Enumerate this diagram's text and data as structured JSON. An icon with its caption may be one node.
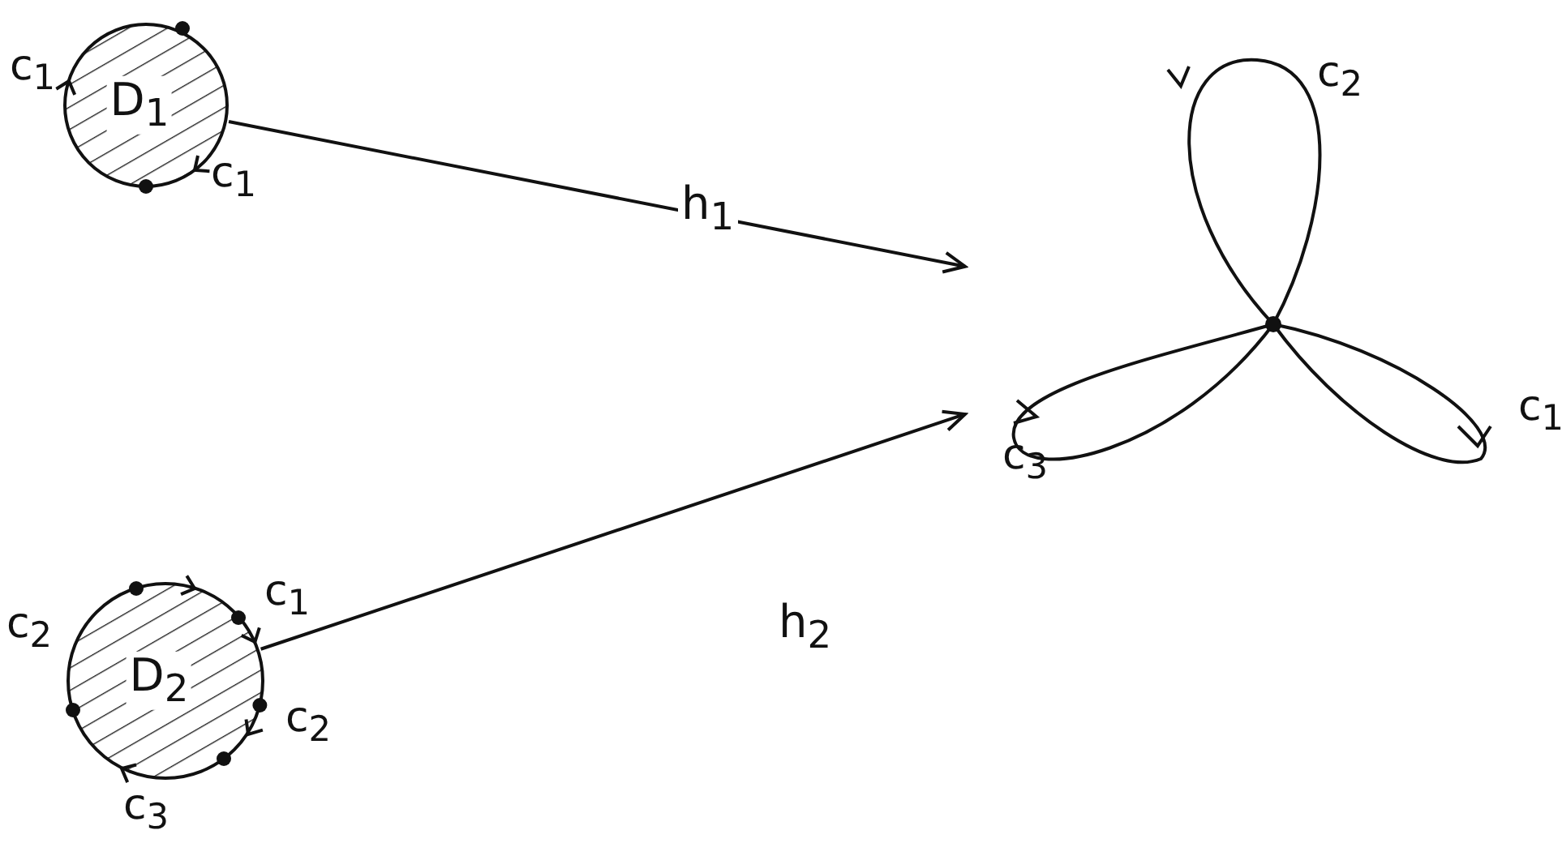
{
  "diagram": {
    "nodes": [
      {
        "text": [
          "D$_{1}$"
        ],
        "beside": [
          "c$_{1}$",
          "c$_{1}$"
        ]
      },
      {
        "text": [
          "D$_{2}$"
        ],
        "beside": [
          "c$_{1}$",
          "c$_{2}$",
          "c$_{2}$",
          "c$_{3}$"
        ]
      },
      {
        "text": [],
        "shape": "picture"
      }
    ],
    "edges": [
      {
        "from": 0,
        "to": 2,
        "arrow": "to",
        "label": "h$_{1}$"
      },
      {
        "from": 1,
        "to": 2,
        "arrow": "to",
        "label": "h$_{2}$"
      }
    ],
    "labels": [
      "c$_{2}$",
      "c$_{3}$",
      "c$_{1}$"
    ]
  }
}
